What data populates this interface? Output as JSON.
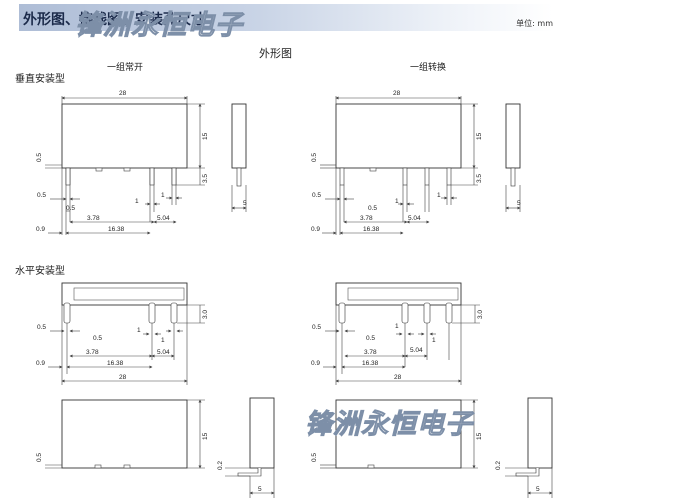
{
  "header": {
    "title": "外形图、接线图、安装孔尺寸",
    "unit": "单位: mm",
    "watermark": "锋洲永恒电子"
  },
  "main_title": "外形图",
  "columns": [
    "一组常开",
    "一组转换"
  ],
  "sections": [
    "垂直安装型",
    "水平安装型"
  ],
  "dims": {
    "d28": "28",
    "d15": "15",
    "d05": "0.5",
    "d35": "3.5",
    "d1": "1",
    "d378": "3.78",
    "d504": "5.04",
    "d1638": "16.38",
    "d09": "0.9",
    "d5": "5",
    "d30": "3.0",
    "d02": "0.2"
  },
  "watermark_bottom": "锋洲永恒电子"
}
